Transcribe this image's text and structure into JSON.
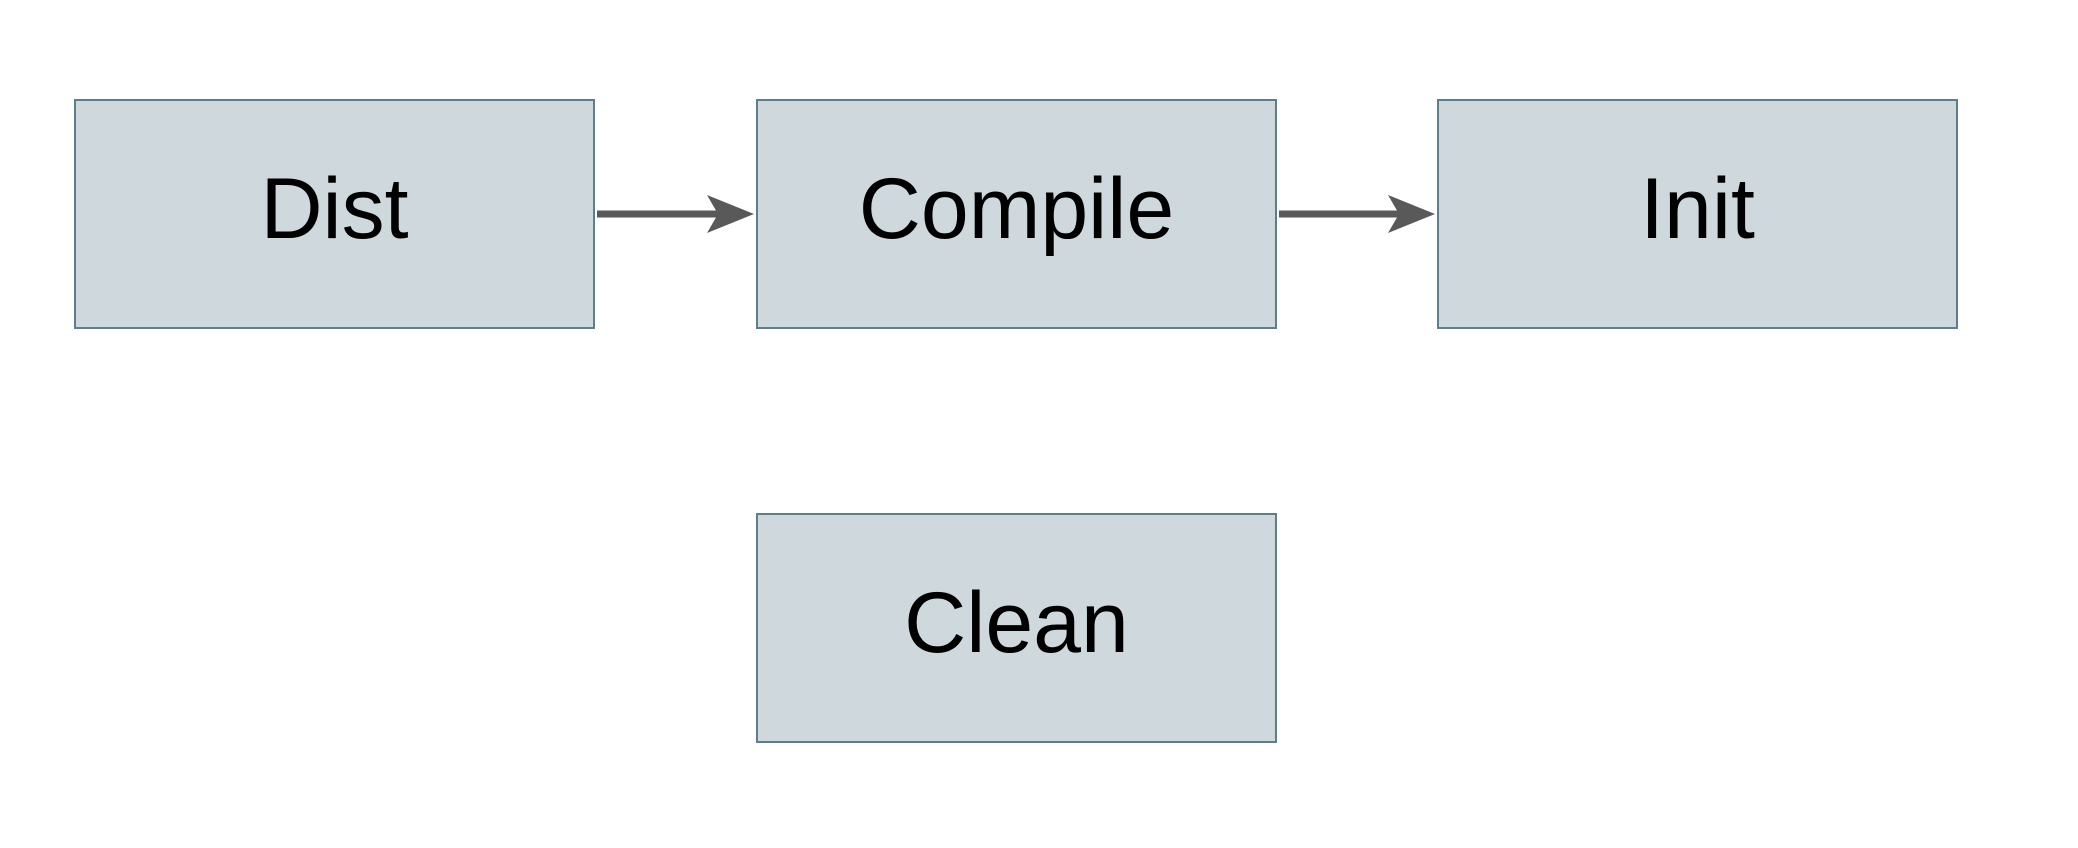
{
  "diagram": {
    "type": "flowchart",
    "nodes": [
      {
        "id": "dist",
        "label": "Dist"
      },
      {
        "id": "compile",
        "label": "Compile"
      },
      {
        "id": "init",
        "label": "Init"
      },
      {
        "id": "clean",
        "label": "Clean"
      }
    ],
    "edges": [
      {
        "from": "dist",
        "to": "compile",
        "direction": "right"
      },
      {
        "from": "compile",
        "to": "init",
        "direction": "right"
      }
    ]
  },
  "colors": {
    "background": "#ffffff",
    "node_fill": "#cfd8dc",
    "node_border": "#607d8b",
    "arrow": "#595959",
    "text": "#000000"
  }
}
